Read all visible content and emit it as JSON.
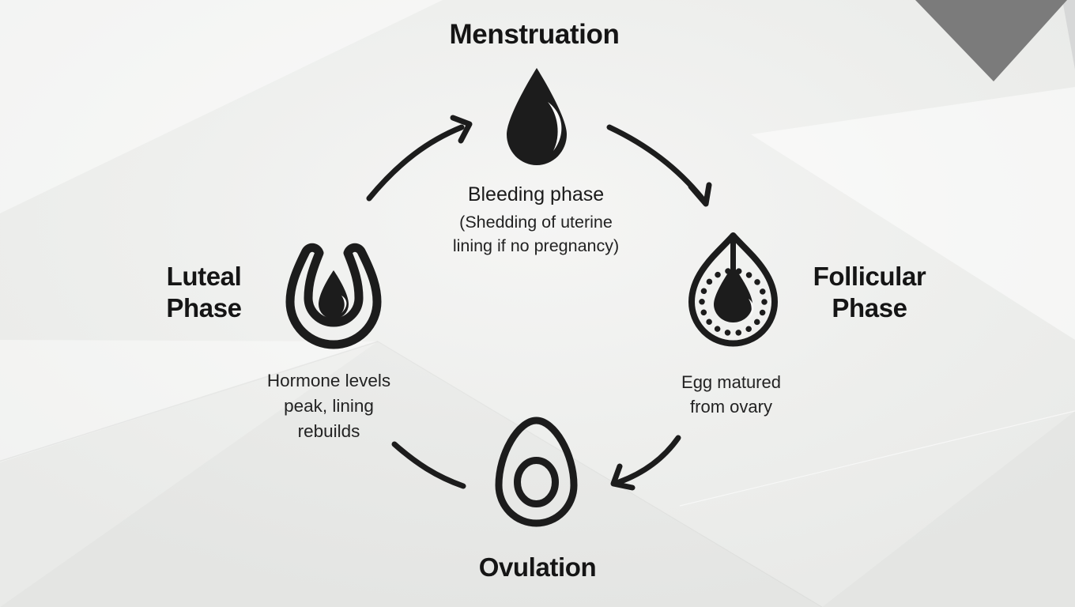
{
  "colors": {
    "ink": "#1c1c1c",
    "bg": "#ecedeb",
    "corner_triangle": "#7b7b7b",
    "corner_wedge": "#d7d8d8"
  },
  "phases": {
    "menstruation": {
      "title": "Menstruation",
      "subtitle": "Bleeding phase",
      "note_lines": [
        "(Shedding of uterine",
        "lining if no pregnancy)"
      ]
    },
    "follicular": {
      "title_lines": [
        "Follicular",
        "Phase"
      ],
      "note_lines": [
        "Egg matured",
        "from ovary"
      ]
    },
    "ovulation": {
      "title": "Ovulation"
    },
    "luteal": {
      "title_lines": [
        "Luteal",
        "Phase"
      ],
      "note_lines": [
        "Hormone levels",
        "peak, lining",
        "rebuilds"
      ]
    }
  }
}
